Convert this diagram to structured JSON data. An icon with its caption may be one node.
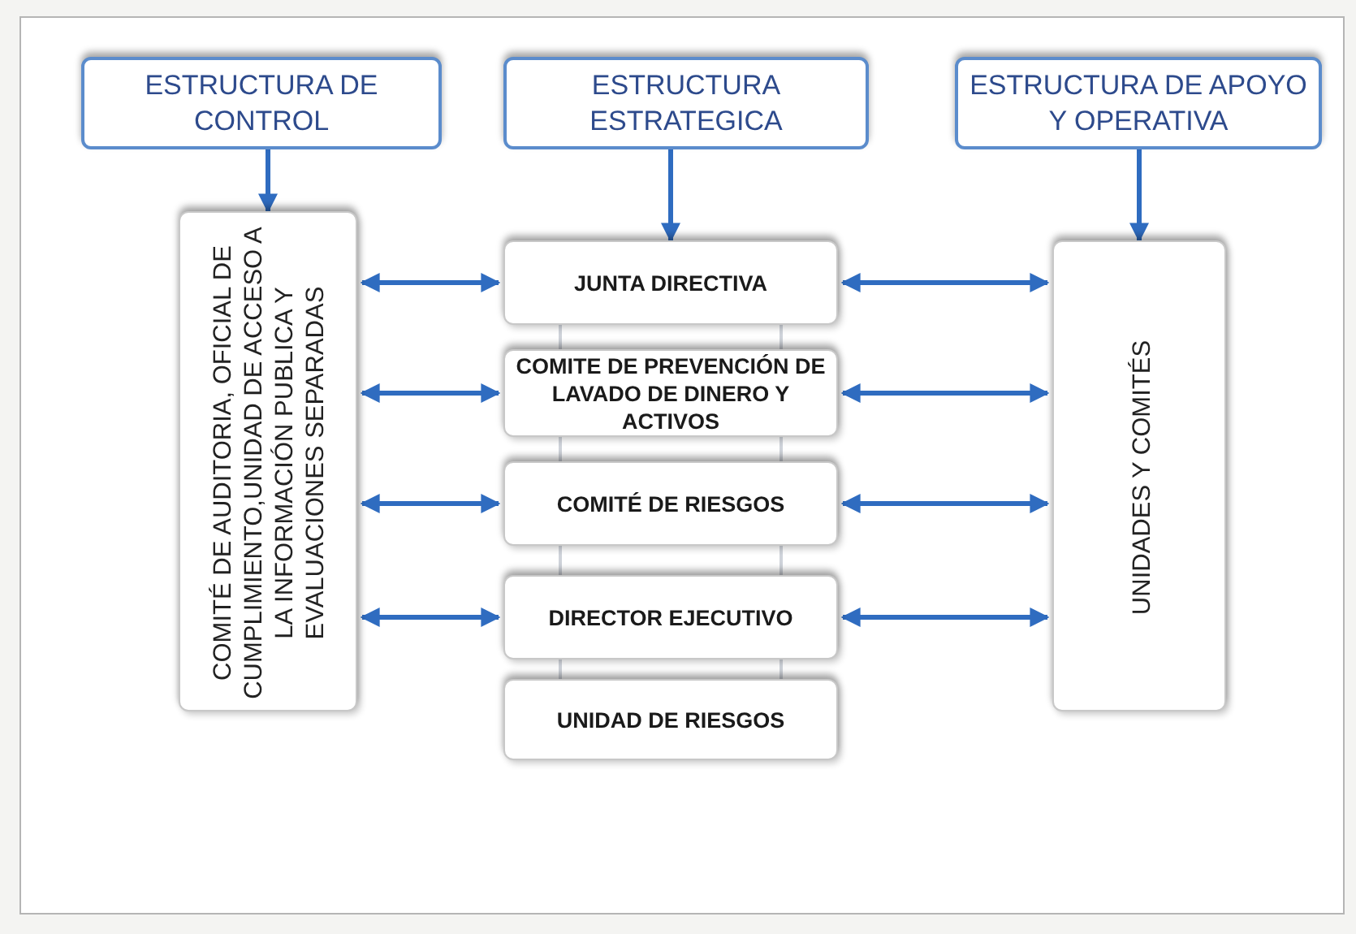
{
  "diagram": {
    "nodes": [
      {
        "text": [
          "ESTRUCTURA DE CONTROL"
        ]
      },
      {
        "text": [
          "ESTRUCTURA ESTRATEGICA"
        ]
      },
      {
        "text": [
          "ESTRUCTURA DE APOYO Y OPERATIVA"
        ]
      },
      {
        "text": [
          "COMITÉ  DE AUDITORIA, OFICIAL DE CUMPLIMIENTO,UNIDAD DE ACCESO A LA INFORMACIÓN PUBLICA Y EVALUACIONES SEPARADAS"
        ]
      },
      {
        "text": [
          "JUNTA DIRECTIVA"
        ]
      },
      {
        "text": [
          "COMITE DE PREVENCIÓN DE LAVADO DE DINERO Y ACTIVOS"
        ]
      },
      {
        "text": [
          "COMITÉ DE RIESGOS"
        ]
      },
      {
        "text": [
          "DIRECTOR EJECUTIVO"
        ]
      },
      {
        "text": [
          "UNIDAD DE RIESGOS"
        ]
      },
      {
        "text": [
          "UNIDADES Y COMITÉS"
        ]
      }
    ],
    "edges": [
      {
        "from": 0,
        "to": 3,
        "arrow": "to"
      },
      {
        "from": 1,
        "to": 4,
        "arrow": "to"
      },
      {
        "from": 2,
        "to": 9,
        "arrow": "to"
      },
      {
        "from": 3,
        "to": 4,
        "arrow": "both"
      },
      {
        "from": 4,
        "to": 9,
        "arrow": "both"
      },
      {
        "from": 3,
        "to": 5,
        "arrow": "both"
      },
      {
        "from": 5,
        "to": 9,
        "arrow": "both"
      },
      {
        "from": 3,
        "to": 6,
        "arrow": "both"
      },
      {
        "from": 6,
        "to": 9,
        "arrow": "both"
      },
      {
        "from": 3,
        "to": 7,
        "arrow": "both"
      },
      {
        "from": 7,
        "to": 9,
        "arrow": "both"
      },
      {
        "from": 4,
        "to": 5,
        "arrow": "none",
        "color": "#cfd3da"
      },
      {
        "from": 4,
        "to": 5,
        "arrow": "none",
        "color": "#cfd3da"
      },
      {
        "from": 5,
        "to": 6,
        "arrow": "none",
        "color": "#cfd3da"
      },
      {
        "from": 5,
        "to": 6,
        "arrow": "none",
        "color": "#cfd3da"
      },
      {
        "from": 6,
        "to": 7,
        "arrow": "none",
        "color": "#cfd3da"
      },
      {
        "from": 6,
        "to": 7,
        "arrow": "none",
        "color": "#cfd3da"
      },
      {
        "from": 7,
        "to": 8,
        "arrow": "none",
        "color": "#cfd3da"
      },
      {
        "from": 7,
        "to": 8,
        "arrow": "none",
        "color": "#cfd3da"
      }
    ]
  }
}
